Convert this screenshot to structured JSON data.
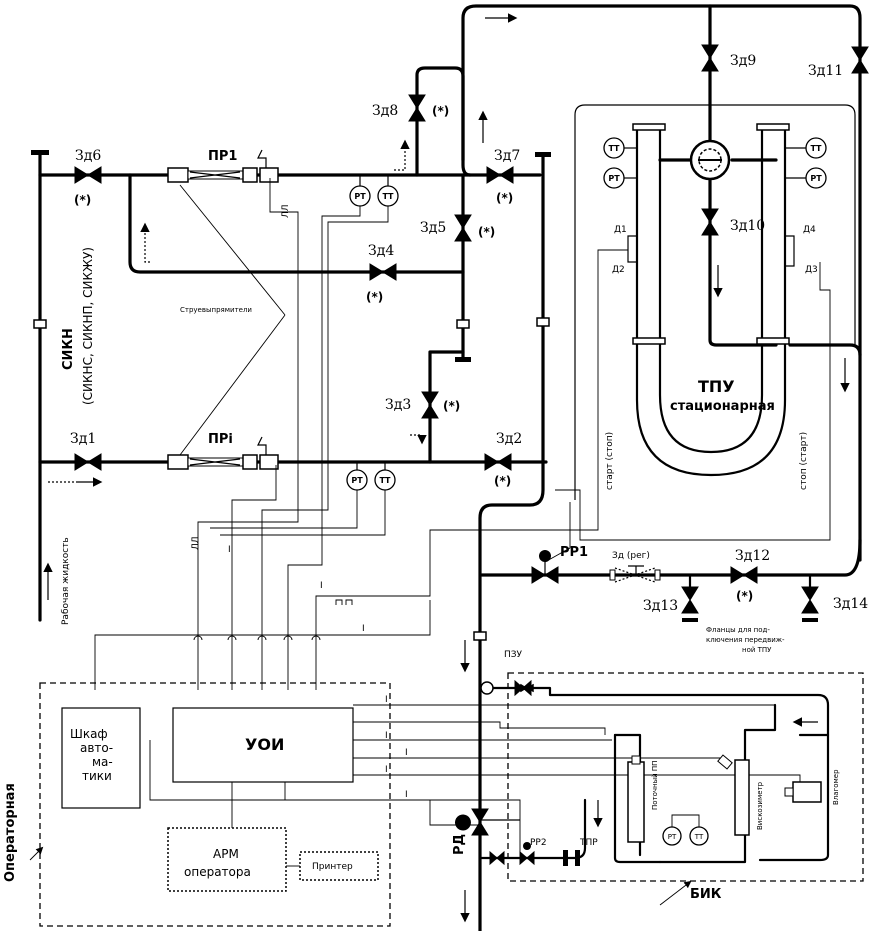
{
  "valves": {
    "zd1": "Зд1",
    "zd2": "Зд2",
    "zd3": "Зд3",
    "zd4": "Зд4",
    "zd5": "Зд5",
    "zd6": "Зд6",
    "zd7": "Зд7",
    "zd8": "Зд8",
    "zd9": "Зд9",
    "zd10": "Зд10",
    "zd11": "Зд11",
    "zd12": "Зд12",
    "zd13": "Зд13",
    "zd14": "Зд14",
    "zd_reg": "Зд (рег)",
    "star": "(*)"
  },
  "instruments": {
    "pr1": "ПР1",
    "pri": "ПРi",
    "rr1": "РР1",
    "rr2": "РР2",
    "rd": "РД",
    "pzu": "ПЗУ",
    "tpr": "ТПР",
    "rt": "РТ",
    "tt": "ТТ",
    "d1": "Д1",
    "d2": "Д2",
    "d3": "Д3",
    "d4": "Д4"
  },
  "labels": {
    "sikn": "СИКН",
    "sikn_sub": "(СИКНС, СИКНП, СИКЖУ)",
    "straighteners": "Струевыпрямители",
    "working_fluid": "Рабочая жидкость",
    "tpu_title": "ТПУ",
    "tpu_sub": "стационарная",
    "start_stop": "старт (стоп)",
    "stop_start": "стоп (старт)",
    "flanges_1": "Фланцы для под-",
    "flanges_2": "ключения передвиж-",
    "flanges_3": "ной ТПУ",
    "uoi": "УОИ",
    "cabinet_1": "Шкаф",
    "cabinet_2": "авто-",
    "cabinet_3": "ма-",
    "cabinet_4": "тики",
    "arm_1": "АРМ",
    "arm_2": "оператора",
    "printer": "Принтер",
    "operator_room": "Операторная",
    "bik": "БИК",
    "density_meter": "Поточный ПП",
    "viscometer": "Вискозиметр",
    "moisture_meter": "Влагомер",
    "pulse": "ЛЛ",
    "sig_i": "I"
  }
}
